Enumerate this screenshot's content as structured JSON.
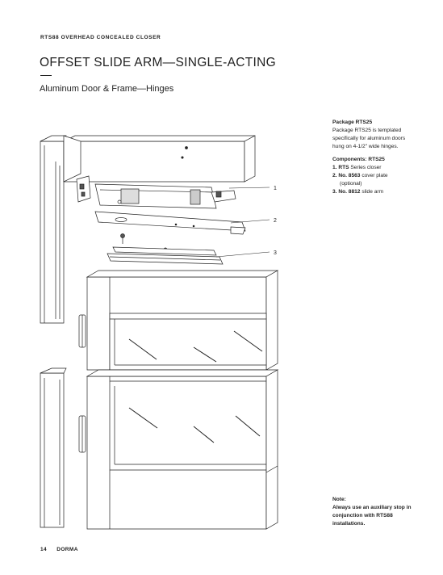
{
  "header": {
    "label": "RTS88 OVERHEAD CONCEALED CLOSER"
  },
  "title": "OFFSET SLIDE ARM—SINGLE-ACTING",
  "subtitle": "Aluminum Door & Frame—Hinges",
  "package": {
    "heading": "Package RTS25",
    "description": [
      "Package RTS25 is templated",
      "specifically for aluminum doors",
      "hung on 4-1/2\" wide hinges."
    ]
  },
  "components": {
    "heading": "Components: RTS25",
    "items": [
      {
        "num": "1.",
        "code": "RTS",
        "text": "Series closer"
      },
      {
        "num": "2.",
        "code": "No. 8563",
        "text": "cover plate",
        "extra": "(optional)"
      },
      {
        "num": "3.",
        "code": "No. 8812",
        "text": "slide arm"
      }
    ]
  },
  "note": {
    "heading": "Note:",
    "lines": [
      "Always use an auxiliary stop in",
      "conjunction with RTS88",
      "installations."
    ]
  },
  "callouts": [
    "1",
    "2",
    "3"
  ],
  "footer": {
    "page": "14",
    "brand": "DORMA"
  }
}
